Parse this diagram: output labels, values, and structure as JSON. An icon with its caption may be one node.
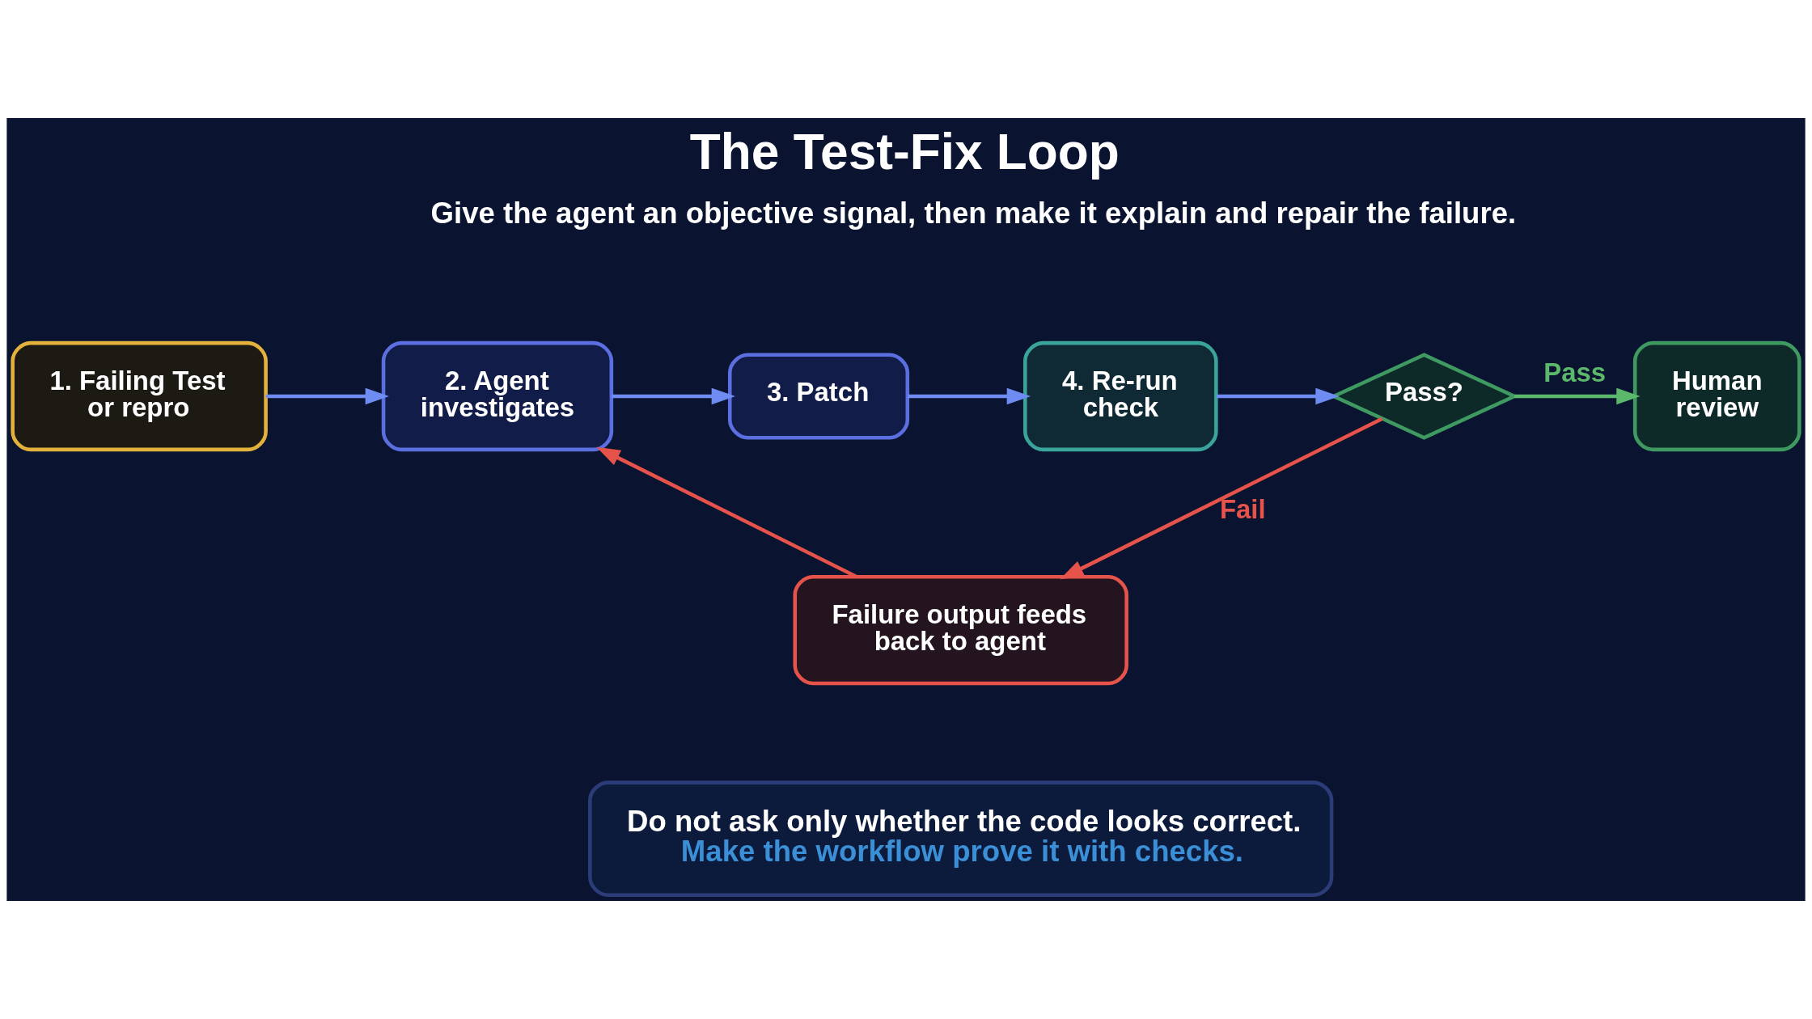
{
  "diagram": {
    "title": "The Test-Fix Loop",
    "nodes": [
      {
        "text": [
          "1. Failing Test or repro"
        ]
      },
      {
        "text": [
          "2. Agent investigates"
        ]
      },
      {
        "text": [
          "3. Patch"
        ]
      },
      {
        "text": [
          "4. Re-run check"
        ]
      },
      {
        "text": [
          "Pass?"
        ]
      },
      {
        "text": [
          "Human review"
        ]
      },
      {
        "text": [
          "Failure output feeds back to agent"
        ]
      },
      {
        "text": [
          "Do not ask only whether the code looks correct.",
          "Make the workflow prove it with checks."
        ]
      }
    ],
    "edges": [
      {
        "from": 0,
        "to": 1,
        "arrow": "to"
      },
      {
        "from": 1,
        "to": 2,
        "arrow": "to"
      },
      {
        "from": 2,
        "to": 3,
        "arrow": "to"
      },
      {
        "from": 3,
        "to": 4,
        "arrow": "to"
      },
      {
        "from": 4,
        "to": 5,
        "arrow": "to",
        "label": "Pass",
        "color": "#5cb86a"
      },
      {
        "from": 4,
        "to": 6,
        "arrow": "to",
        "label": "Fail",
        "color": "#e5534b"
      },
      {
        "from": 6,
        "to": 1,
        "arrow": "to",
        "color": "#e5534b"
      }
    ],
    "labels": [
      "Give the agent an objective signal, then make it explain and repair the failure."
    ]
  }
}
